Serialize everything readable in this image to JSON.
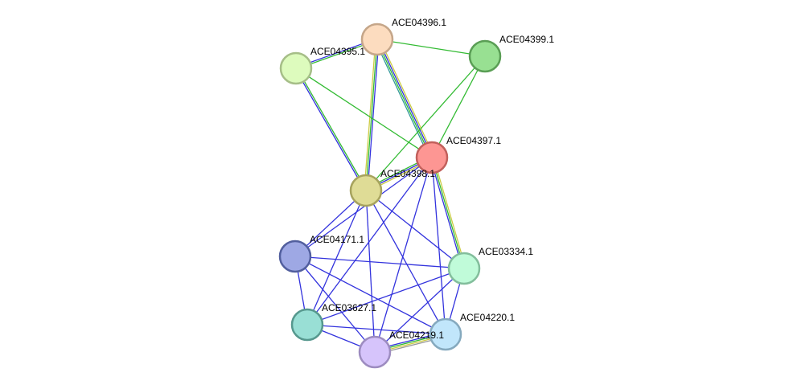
{
  "network": {
    "nodes": [
      {
        "id": "ACE04396.1",
        "label": "ACE04396.1",
        "fill": "#fcdcbf",
        "stroke": "#c5a689"
      },
      {
        "id": "ACE04399.1",
        "label": "ACE04399.1",
        "fill": "#98e092",
        "stroke": "#5a9e55"
      },
      {
        "id": "ACE04395.1",
        "label": "ACE04395.1",
        "fill": "#ddfbbd",
        "stroke": "#a6be88"
      },
      {
        "id": "ACE04397.1",
        "label": "ACE04397.1",
        "fill": "#fd9693",
        "stroke": "#c2605c"
      },
      {
        "id": "ACE04398.1",
        "label": "ACE04398.1",
        "fill": "#dfdc96",
        "stroke": "#a7a35e"
      },
      {
        "id": "ACE04171.1",
        "label": "ACE04171.1",
        "fill": "#9ea8e4",
        "stroke": "#525f9e"
      },
      {
        "id": "ACE03334.1",
        "label": "ACE03334.1",
        "fill": "#c0fbd9",
        "stroke": "#83be9c"
      },
      {
        "id": "ACE03627.1",
        "label": "ACE03627.1",
        "fill": "#99dfd5",
        "stroke": "#56988e"
      },
      {
        "id": "ACE04220.1",
        "label": "ACE04220.1",
        "fill": "#c1e6fb",
        "stroke": "#85a9be"
      },
      {
        "id": "ACE04219.1",
        "label": "ACE04219.1",
        "fill": "#d6c4fb",
        "stroke": "#9d8cc0"
      }
    ],
    "edge_colors": {
      "blue": "#3333dd",
      "green": "#33bb33",
      "yellow": "#cccc44",
      "teal": "#339999",
      "gray": "#999999"
    },
    "edges": [
      {
        "source": "ACE04396.1",
        "target": "ACE04399.1",
        "channels": [
          "green"
        ]
      },
      {
        "source": "ACE04396.1",
        "target": "ACE04395.1",
        "channels": [
          "green",
          "blue"
        ]
      },
      {
        "source": "ACE04396.1",
        "target": "ACE04397.1",
        "channels": [
          "yellow",
          "blue",
          "green",
          "teal"
        ]
      },
      {
        "source": "ACE04396.1",
        "target": "ACE04398.1",
        "channels": [
          "blue",
          "green",
          "yellow"
        ]
      },
      {
        "source": "ACE04395.1",
        "target": "ACE04397.1",
        "channels": [
          "green"
        ]
      },
      {
        "source": "ACE04395.1",
        "target": "ACE04398.1",
        "channels": [
          "green",
          "blue"
        ]
      },
      {
        "source": "ACE04399.1",
        "target": "ACE04397.1",
        "channels": [
          "green"
        ]
      },
      {
        "source": "ACE04399.1",
        "target": "ACE04398.1",
        "channels": [
          "green"
        ]
      },
      {
        "source": "ACE04397.1",
        "target": "ACE04398.1",
        "channels": [
          "yellow",
          "blue",
          "green"
        ]
      },
      {
        "source": "ACE04397.1",
        "target": "ACE03334.1",
        "channels": [
          "yellow",
          "green",
          "blue"
        ]
      },
      {
        "source": "ACE04397.1",
        "target": "ACE04220.1",
        "channels": [
          "blue"
        ]
      },
      {
        "source": "ACE04397.1",
        "target": "ACE04219.1",
        "channels": [
          "blue"
        ]
      },
      {
        "source": "ACE04397.1",
        "target": "ACE03627.1",
        "channels": [
          "blue"
        ]
      },
      {
        "source": "ACE04397.1",
        "target": "ACE04171.1",
        "channels": [
          "blue"
        ]
      },
      {
        "source": "ACE04398.1",
        "target": "ACE04171.1",
        "channels": [
          "blue"
        ]
      },
      {
        "source": "ACE04398.1",
        "target": "ACE03334.1",
        "channels": [
          "blue"
        ]
      },
      {
        "source": "ACE04398.1",
        "target": "ACE03627.1",
        "channels": [
          "blue"
        ]
      },
      {
        "source": "ACE04398.1",
        "target": "ACE04220.1",
        "channels": [
          "blue"
        ]
      },
      {
        "source": "ACE04398.1",
        "target": "ACE04219.1",
        "channels": [
          "blue"
        ]
      },
      {
        "source": "ACE04171.1",
        "target": "ACE03334.1",
        "channels": [
          "blue"
        ]
      },
      {
        "source": "ACE04171.1",
        "target": "ACE03627.1",
        "channels": [
          "blue"
        ]
      },
      {
        "source": "ACE04171.1",
        "target": "ACE04220.1",
        "channels": [
          "blue"
        ]
      },
      {
        "source": "ACE04171.1",
        "target": "ACE04219.1",
        "channels": [
          "blue"
        ]
      },
      {
        "source": "ACE03334.1",
        "target": "ACE03627.1",
        "channels": [
          "blue"
        ]
      },
      {
        "source": "ACE03334.1",
        "target": "ACE04220.1",
        "channels": [
          "blue"
        ]
      },
      {
        "source": "ACE03334.1",
        "target": "ACE04219.1",
        "channels": [
          "blue"
        ]
      },
      {
        "source": "ACE03627.1",
        "target": "ACE04220.1",
        "channels": [
          "blue"
        ]
      },
      {
        "source": "ACE03627.1",
        "target": "ACE04219.1",
        "channels": [
          "blue"
        ]
      },
      {
        "source": "ACE04220.1",
        "target": "ACE04219.1",
        "channels": [
          "gray",
          "yellow",
          "green",
          "blue"
        ]
      }
    ]
  }
}
